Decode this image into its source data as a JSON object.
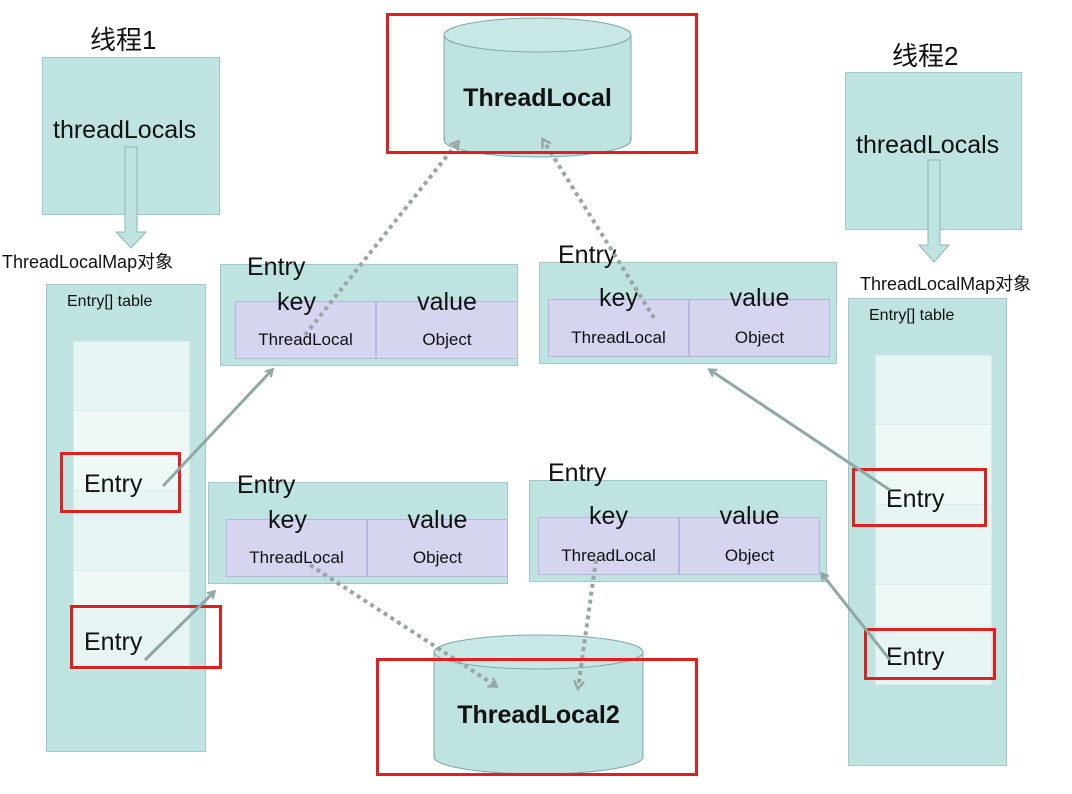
{
  "thread1": {
    "title": "线程1",
    "field": "threadLocals",
    "map_label": "ThreadLocalMap对象",
    "table_label": "Entry[] table",
    "entries": [
      "Entry",
      "Entry"
    ]
  },
  "thread2": {
    "title": "线程2",
    "field": "threadLocals",
    "map_label": "ThreadLocalMap对象",
    "table_label": "Entry[] table",
    "entries": [
      "Entry",
      "Entry"
    ]
  },
  "threadlocal_top": {
    "label": "ThreadLocal"
  },
  "threadlocal_bottom": {
    "label": "ThreadLocal2"
  },
  "entry_boxes": [
    {
      "title": "Entry",
      "key_label": "key",
      "value_label": "value",
      "key_type": "ThreadLocal",
      "value_type": "Object"
    },
    {
      "title": "Entry",
      "key_label": "key",
      "value_label": "value",
      "key_type": "ThreadLocal",
      "value_type": "Object"
    },
    {
      "title": "Entry",
      "key_label": "key",
      "value_label": "value",
      "key_type": "ThreadLocal",
      "value_type": "Object"
    },
    {
      "title": "Entry",
      "key_label": "key",
      "value_label": "value",
      "key_type": "ThreadLocal",
      "value_type": "Object"
    }
  ],
  "colors": {
    "teal_fill": "#bfe3e1",
    "lavender_fill": "#d5d5ef",
    "highlight_red": "#e01f1f",
    "arrow_gray": "#8fa8a6"
  }
}
